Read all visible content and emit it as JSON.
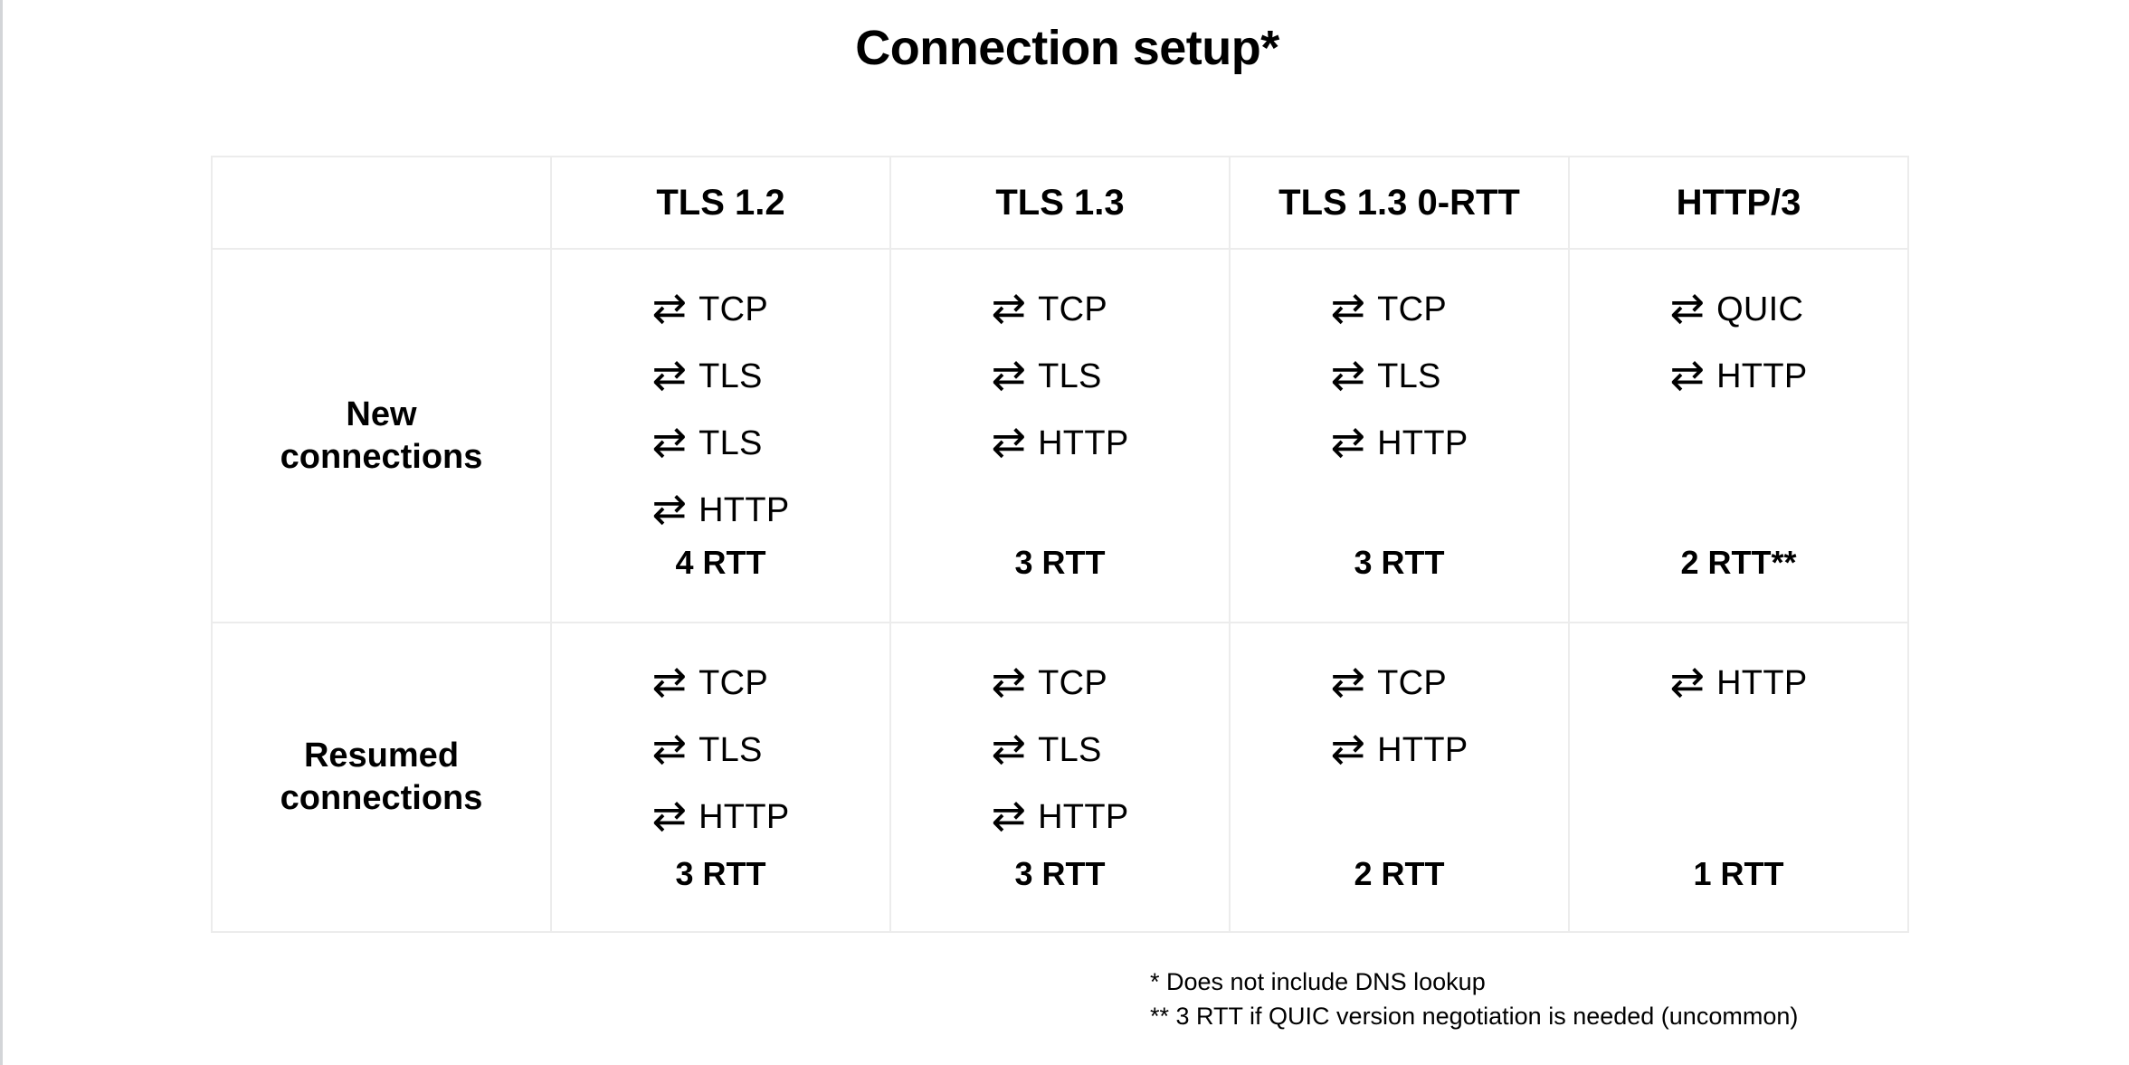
{
  "title": "Connection setup*",
  "table": {
    "corner_label": "",
    "columns": [
      "TLS 1.2",
      "TLS 1.3",
      "TLS 1.3 0-RTT",
      "HTTP/3"
    ],
    "arrow_icon": "⇄",
    "rows": [
      {
        "label": "New\nconnections",
        "cells": [
          {
            "steps": [
              "TCP",
              "TLS",
              "TLS",
              "HTTP"
            ],
            "rtt": "4 RTT"
          },
          {
            "steps": [
              "TCP",
              "TLS",
              "HTTP"
            ],
            "rtt": "3 RTT"
          },
          {
            "steps": [
              "TCP",
              "TLS",
              "HTTP"
            ],
            "rtt": "3 RTT"
          },
          {
            "steps": [
              "QUIC",
              "HTTP"
            ],
            "rtt": "2 RTT**"
          }
        ]
      },
      {
        "label": "Resumed\nconnections",
        "cells": [
          {
            "steps": [
              "TCP",
              "TLS",
              "HTTP"
            ],
            "rtt": "3 RTT"
          },
          {
            "steps": [
              "TCP",
              "TLS",
              "HTTP"
            ],
            "rtt": "3 RTT"
          },
          {
            "steps": [
              "TCP",
              "HTTP"
            ],
            "rtt": "2 RTT"
          },
          {
            "steps": [
              "HTTP"
            ],
            "rtt": "1 RTT"
          }
        ]
      }
    ]
  },
  "footnotes": [
    "* Does not include DNS lookup",
    "** 3 RTT if QUIC version negotiation is needed (uncommon)"
  ],
  "colors": {
    "background": "#ffffff",
    "text": "#000000",
    "grid_line": "#ececec",
    "page_left_border": "#d3d5d8"
  }
}
